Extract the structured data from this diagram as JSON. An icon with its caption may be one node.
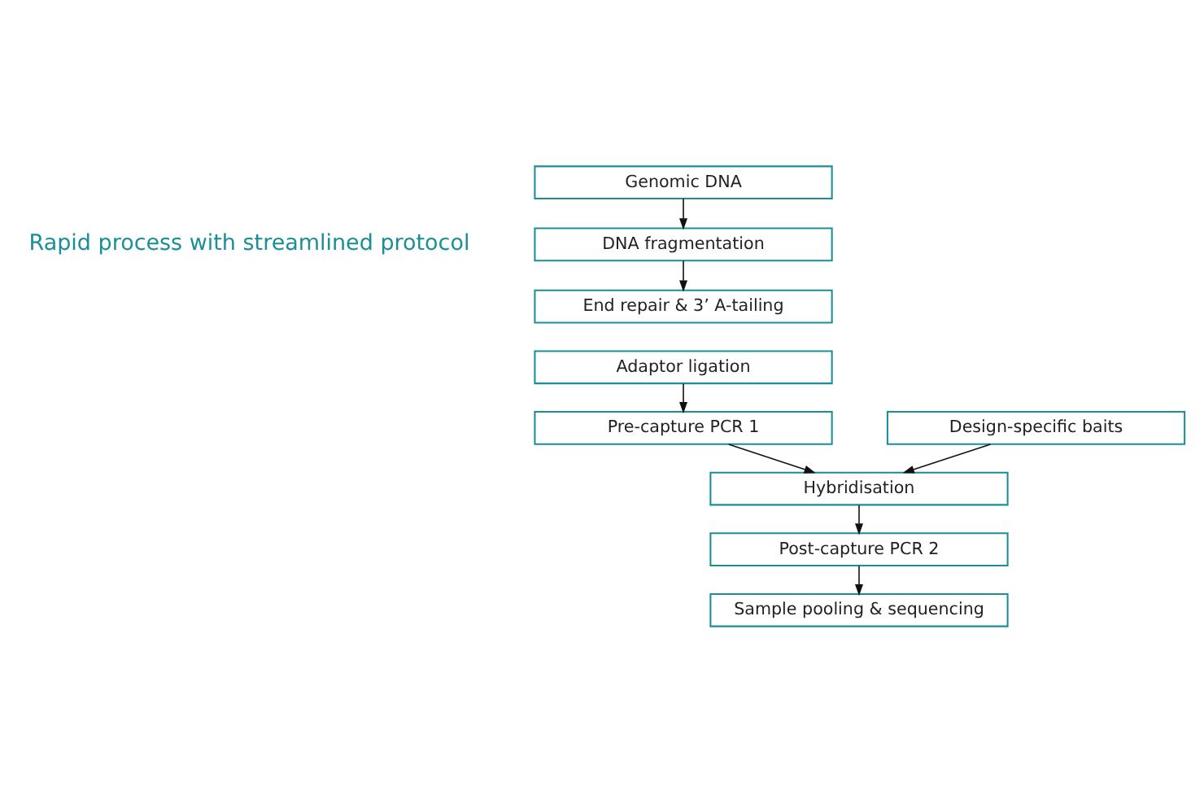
{
  "diagram": {
    "nodes": [
      {
        "text": [
          "Genomic DNA"
        ]
      },
      {
        "text": [
          "DNA fragmentation"
        ]
      },
      {
        "text": [
          "End repair & 3’ A-tailing"
        ]
      },
      {
        "text": [
          "Adaptor ligation"
        ]
      },
      {
        "text": [
          "Pre-capture PCR 1"
        ]
      },
      {
        "text": [
          "Hybridisation"
        ]
      },
      {
        "text": [
          "Post-capture PCR 2"
        ]
      },
      {
        "text": [
          "Sample pooling & sequencing"
        ]
      },
      {
        "text": [
          "Design-specific baits"
        ]
      }
    ],
    "edges": [
      {
        "from": 0,
        "to": 1,
        "arrow": "to"
      },
      {
        "from": 1,
        "to": 2,
        "arrow": "to"
      },
      {
        "from": 3,
        "to": 4,
        "arrow": "to"
      },
      {
        "from": 4,
        "to": 5,
        "arrow": "to"
      },
      {
        "from": 8,
        "to": 5,
        "arrow": "to"
      },
      {
        "from": 5,
        "to": 6,
        "arrow": "to"
      },
      {
        "from": 6,
        "to": 7,
        "arrow": "to"
      }
    ],
    "labels": [
      "Rapid process with streamlined protocol"
    ]
  }
}
